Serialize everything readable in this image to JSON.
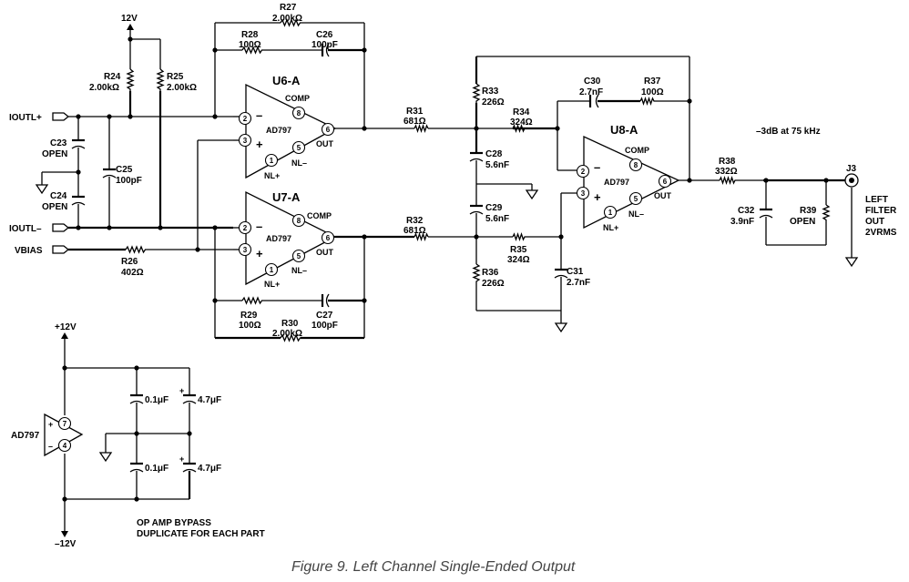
{
  "caption": "Figure 9. Left Channel Single-Ended Output",
  "rails": {
    "pos12": "12V",
    "plus12": "+12V",
    "minus12": "–12V"
  },
  "ports": {
    "ioutl_plus": "IOUTL+",
    "ioutl_minus": "IOUTL–",
    "vbias": "VBIAS"
  },
  "opamps": {
    "u6": {
      "name": "U6-A",
      "part": "AD797",
      "comp": "COMP",
      "out": "OUT",
      "nlp": "NL+",
      "nlm": "NL–"
    },
    "u7": {
      "name": "U7-A",
      "part": "AD797",
      "comp": "COMP",
      "out": "OUT",
      "nlp": "NL+",
      "nlm": "NL–"
    },
    "u8": {
      "name": "U8-A",
      "part": "AD797",
      "comp": "COMP",
      "out": "OUT",
      "nlp": "NL+",
      "nlm": "NL–"
    },
    "bypass": {
      "part": "AD797"
    }
  },
  "pins": {
    "p2": "2",
    "p3": "3",
    "p8": "8",
    "p6": "6",
    "p5": "5",
    "p1": "1",
    "p7": "7",
    "p4": "4"
  },
  "signs": {
    "minus": "–",
    "plus": "+"
  },
  "components": {
    "r24": {
      "ref": "R24",
      "value": "2.00kΩ"
    },
    "r25": {
      "ref": "R25",
      "value": "2.00kΩ"
    },
    "r26": {
      "ref": "R26",
      "value": "402Ω"
    },
    "r27": {
      "ref": "R27",
      "value": "2.00kΩ"
    },
    "r28": {
      "ref": "R28",
      "value": "100Ω"
    },
    "c26": {
      "ref": "C26",
      "value": "100pF"
    },
    "c23": {
      "ref": "C23",
      "value": "OPEN"
    },
    "c24": {
      "ref": "C24",
      "value": "OPEN"
    },
    "c25": {
      "ref": "C25",
      "value": "100pF"
    },
    "r29": {
      "ref": "R29",
      "value": "100Ω"
    },
    "c27": {
      "ref": "C27",
      "value": "100pF"
    },
    "r30": {
      "ref": "R30",
      "value": "2.00kΩ"
    },
    "r31": {
      "ref": "R31",
      "value": "681Ω"
    },
    "r32": {
      "ref": "R32",
      "value": "681Ω"
    },
    "r33": {
      "ref": "R33",
      "value": "226Ω"
    },
    "r34": {
      "ref": "R34",
      "value": "324Ω"
    },
    "c28": {
      "ref": "C28",
      "value": "5.6nF"
    },
    "c29": {
      "ref": "C29",
      "value": "5.6nF"
    },
    "r35": {
      "ref": "R35",
      "value": "324Ω"
    },
    "r36": {
      "ref": "R36",
      "value": "226Ω"
    },
    "c31": {
      "ref": "C31",
      "value": "2.7nF"
    },
    "c30": {
      "ref": "C30",
      "value": "2.7nF"
    },
    "r37": {
      "ref": "R37",
      "value": "100Ω"
    },
    "r38": {
      "ref": "R38",
      "value": "332Ω"
    },
    "c32": {
      "ref": "C32",
      "value": "3.9nF"
    },
    "r39": {
      "ref": "R39",
      "value": "OPEN"
    },
    "j3": {
      "ref": "J3"
    }
  },
  "bypass": {
    "c_small_1": "0.1μF",
    "c_big_1": "4.7μF",
    "c_small_2": "0.1μF",
    "c_big_2": "4.7μF",
    "note_line1": "OP AMP BYPASS",
    "note_line2": "DUPLICATE FOR EACH PART"
  },
  "annotations": {
    "corner": "–3dB at 75 kHz",
    "output_line1": "LEFT",
    "output_line2": "FILTER",
    "output_line3": "OUT",
    "output_line4": "2VRMS"
  }
}
